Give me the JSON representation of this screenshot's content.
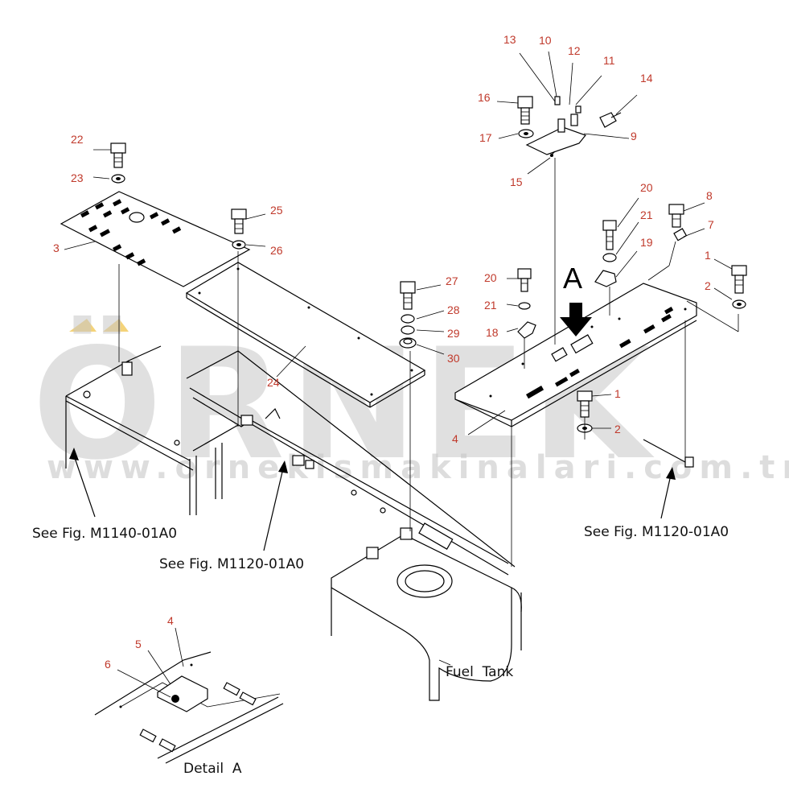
{
  "watermark": {
    "brand": "ÖRNEK",
    "url": "www.ornekismakinalari.com.tr",
    "color": "#c8c8c8",
    "accent_color": "#f0c040"
  },
  "detail_marker": "A",
  "captions": {
    "fig_m1140": "See Fig. M1140-01A0",
    "fig_m1120_center": "See Fig. M1120-01A0",
    "fig_m1120_right": "See Fig. M1120-01A0",
    "fuel_tank": "Fuel  Tank",
    "detail_a": "Detail  A"
  },
  "callouts": [
    {
      "id": "c13",
      "label": "13"
    },
    {
      "id": "c10",
      "label": "10"
    },
    {
      "id": "c12",
      "label": "12"
    },
    {
      "id": "c11",
      "label": "11"
    },
    {
      "id": "c14",
      "label": "14"
    },
    {
      "id": "c16",
      "label": "16"
    },
    {
      "id": "c17",
      "label": "17"
    },
    {
      "id": "c9",
      "label": "9"
    },
    {
      "id": "c15",
      "label": "15"
    },
    {
      "id": "c20a",
      "label": "20"
    },
    {
      "id": "c8",
      "label": "8"
    },
    {
      "id": "c21a",
      "label": "21"
    },
    {
      "id": "c7",
      "label": "7"
    },
    {
      "id": "c19",
      "label": "19"
    },
    {
      "id": "c1a",
      "label": "1"
    },
    {
      "id": "c2a",
      "label": "2"
    },
    {
      "id": "c20b",
      "label": "20"
    },
    {
      "id": "c21b",
      "label": "21"
    },
    {
      "id": "c18",
      "label": "18"
    },
    {
      "id": "c27",
      "label": "27"
    },
    {
      "id": "c28",
      "label": "28"
    },
    {
      "id": "c29",
      "label": "29"
    },
    {
      "id": "c30",
      "label": "30"
    },
    {
      "id": "c22",
      "label": "22"
    },
    {
      "id": "c23",
      "label": "23"
    },
    {
      "id": "c25",
      "label": "25"
    },
    {
      "id": "c26",
      "label": "26"
    },
    {
      "id": "c3",
      "label": "3"
    },
    {
      "id": "c24",
      "label": "24"
    },
    {
      "id": "c1b",
      "label": "1"
    },
    {
      "id": "c2b",
      "label": "2"
    },
    {
      "id": "c4a",
      "label": "4"
    },
    {
      "id": "c4b",
      "label": "4"
    },
    {
      "id": "c5",
      "label": "5"
    },
    {
      "id": "c6",
      "label": "6"
    }
  ]
}
